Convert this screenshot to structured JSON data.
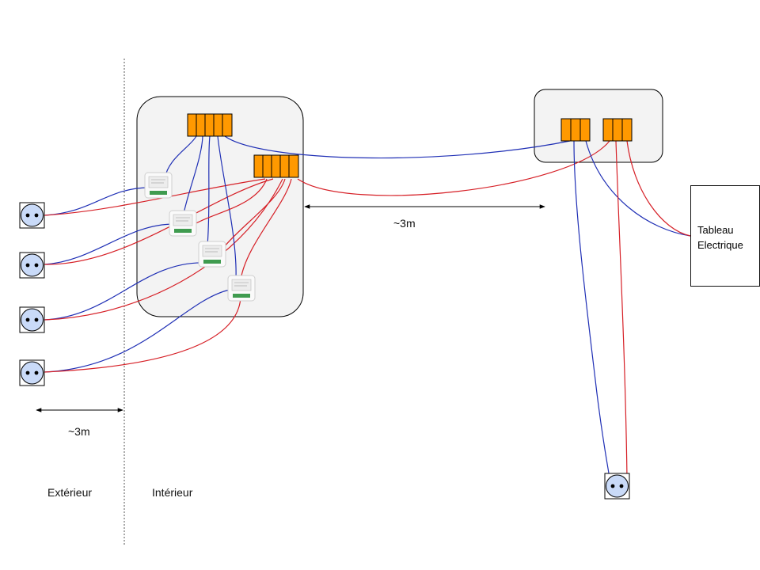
{
  "labels": {
    "distance_left": "~3m",
    "distance_right": "~3m",
    "exterieur": "Extérieur",
    "interieur": "Intérieur",
    "tableau_line1": "Tableau",
    "tableau_line2": "Electrique"
  },
  "colors": {
    "neutral_wire": "#1f2fb5",
    "live_wire": "#d61f26",
    "terminal_fill": "#ff9900",
    "enclosure_fill": "#f3f3f3",
    "socket_fill": "#c9daf8"
  },
  "icons": {
    "socket": "socket-icon",
    "relay_module": "relay-module-icon",
    "terminal_block": "terminal-block-icon"
  }
}
